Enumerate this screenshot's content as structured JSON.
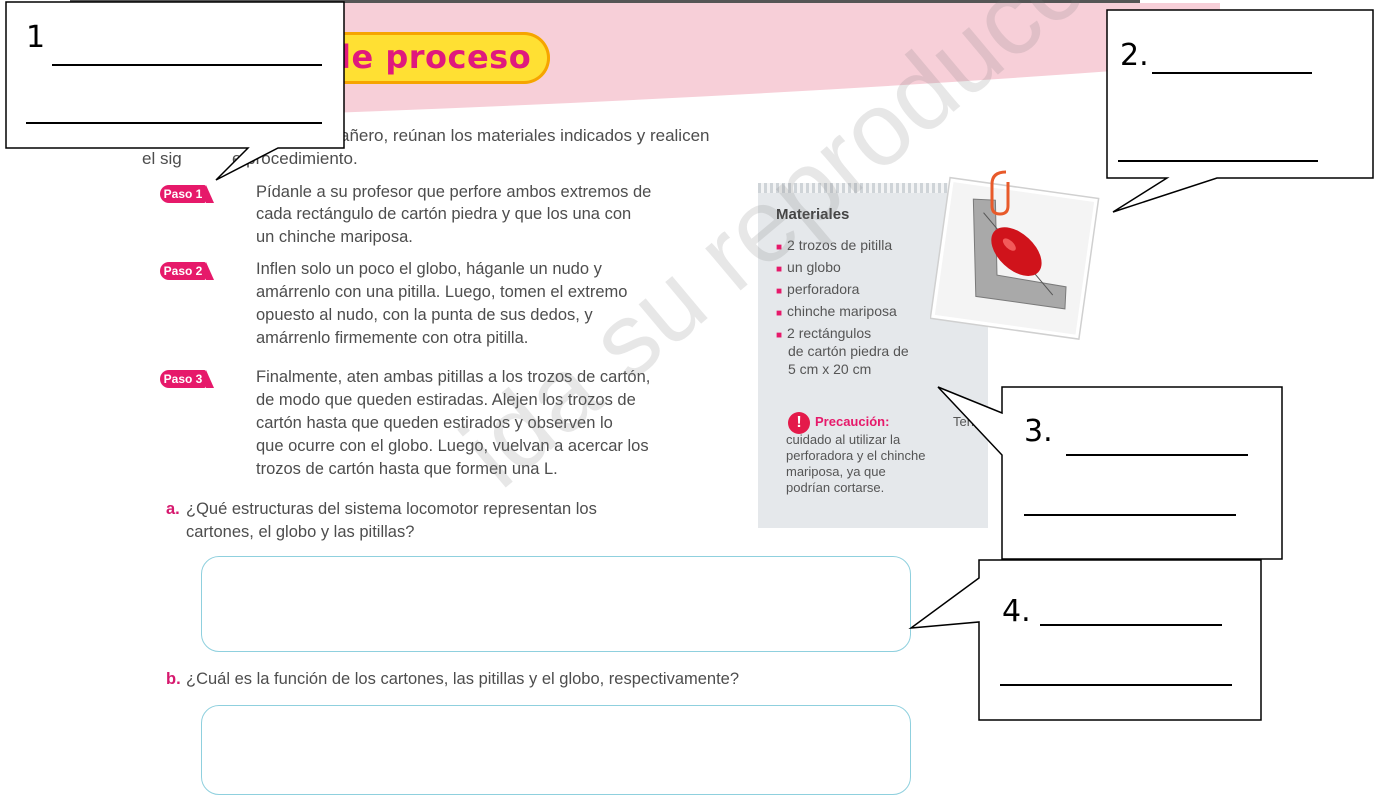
{
  "header": {
    "title_partial": "le proceso"
  },
  "intro": {
    "line1_partial": "añero, reúnan los materiales indicados y realicen",
    "line2_left": "el sig",
    "line2_right": "e procedimiento."
  },
  "steps": [
    {
      "badge": "Paso 1",
      "lines": [
        "Pídanle a su profesor que perfore ambos extremos de",
        "cada rectángulo de cartón piedra y que los una con",
        "un chinche mariposa."
      ]
    },
    {
      "badge": "Paso 2",
      "lines": [
        "Inflen solo un poco el globo, háganle un nudo y",
        "amárrenlo con una pitilla. Luego, tomen el extremo",
        "opuesto al nudo, con la punta de sus dedos, y",
        "amárrenlo firmemente con otra pitilla."
      ]
    },
    {
      "badge": "Paso 3",
      "lines": [
        "Finalmente, aten ambas pitillas a los trozos de cartón,",
        "de modo que queden estiradas. Alejen los trozos de",
        "cartón hasta que queden estirados y observen lo",
        "que ocurre con el globo. Luego, vuelvan a acercar los",
        "trozos de cartón hasta que formen una L."
      ]
    }
  ],
  "questions": [
    {
      "letter": "a.",
      "lines": [
        "¿Qué estructuras del sistema locomotor representan los",
        "cartones, el globo y las pitillas?"
      ]
    },
    {
      "letter": "b.",
      "lines": [
        "¿Cuál es la función de los cartones, las pitillas y el globo, respectivamente?"
      ]
    }
  ],
  "materials": {
    "title": "Materiales",
    "items": [
      "2 trozos de pitilla",
      "un globo",
      "perforadora",
      "chinche mariposa",
      "2 rectángulos",
      "de cartón piedra de",
      "5 cm x 20 cm"
    ],
    "warning_icon": "!",
    "warning_word": "Precaución:",
    "warning_first_rest": "Teng",
    "warning_lines": [
      "cuidado al utilizar la",
      "perforadora y el chinche",
      "mariposa, ya que",
      "podrían cortarse."
    ]
  },
  "callouts": [
    {
      "label": "1",
      "blank1": "______________",
      "blank2": "______________"
    },
    {
      "label": "2.",
      "blank1": "_________",
      "blank2": "____________"
    },
    {
      "label": "3.",
      "blank1": "_________",
      "blank2": "___________"
    },
    {
      "label": "4.",
      "blank1": "_________",
      "blank2": "___________"
    }
  ],
  "watermark": "ida su reproducción",
  "colors": {
    "band_pink": "#f7cfd8",
    "accent_magenta": "#e6196a",
    "title_yellow": "#ffe033",
    "answer_border": "#8fd0de",
    "panel_gray": "#e5e8eb"
  }
}
